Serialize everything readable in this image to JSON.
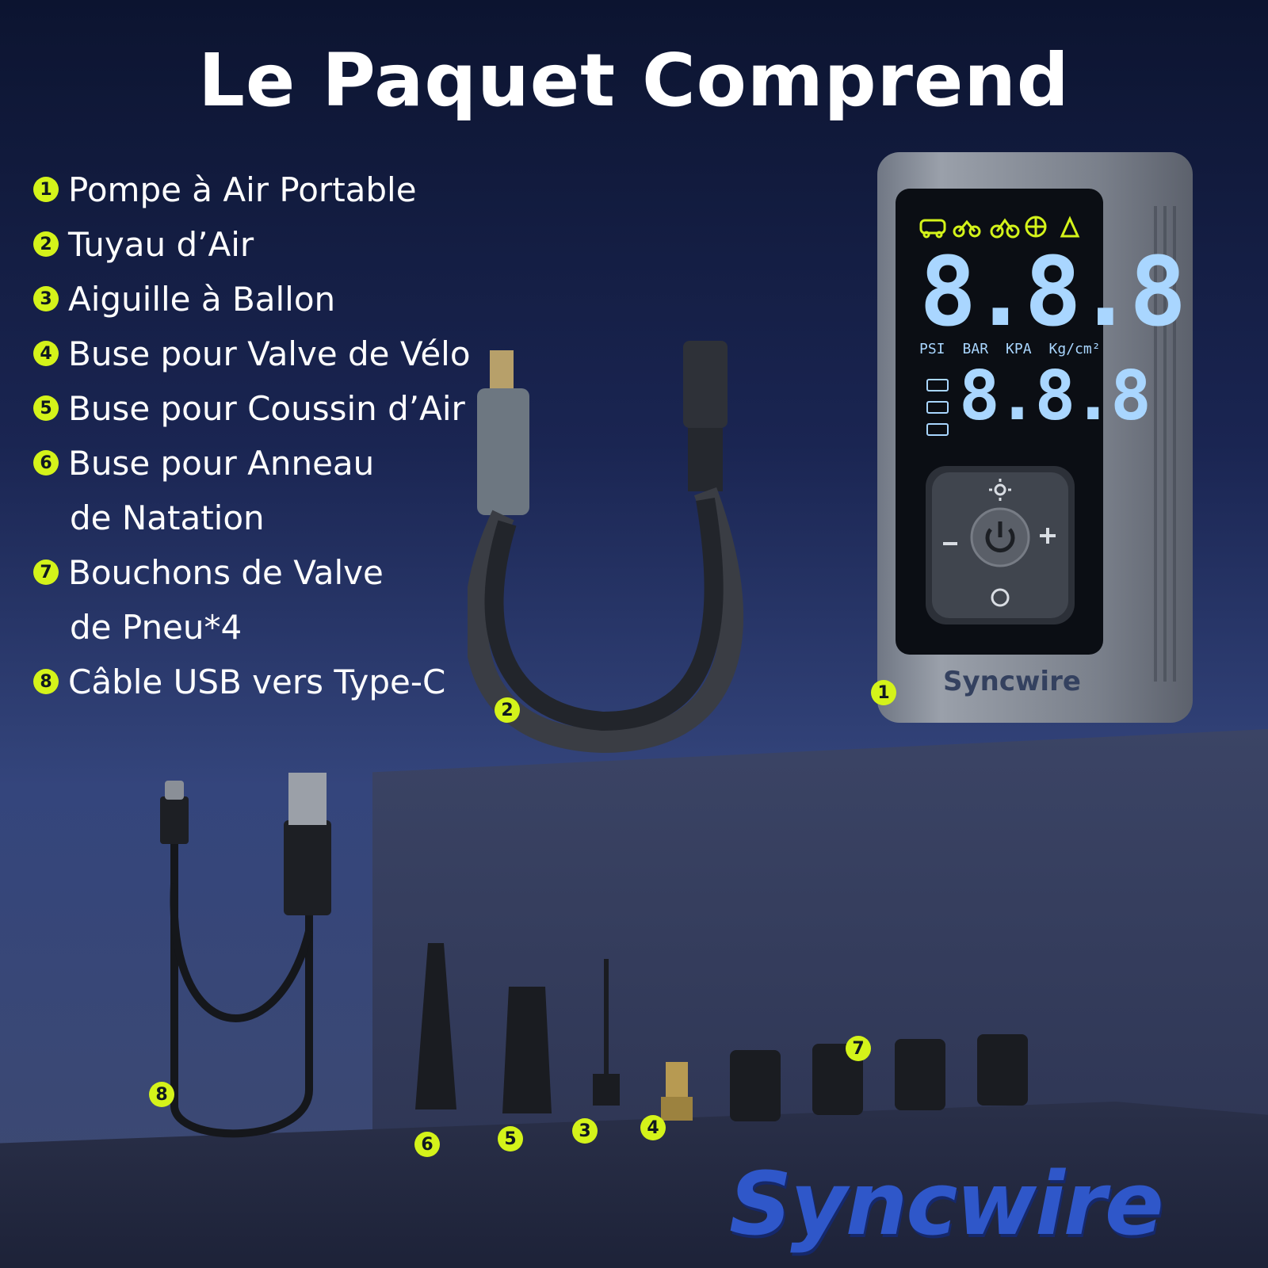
{
  "title": "Le Paquet Comprend",
  "items": [
    {
      "num": "1",
      "lines": [
        "Pompe à Air Portable"
      ]
    },
    {
      "num": "2",
      "lines": [
        "Tuyau d’Air"
      ]
    },
    {
      "num": "3",
      "lines": [
        "Aiguille à Ballon"
      ]
    },
    {
      "num": "4",
      "lines": [
        "Buse pour Valve de Vélo"
      ]
    },
    {
      "num": "5",
      "lines": [
        "Buse pour Coussin d’Air"
      ]
    },
    {
      "num": "6",
      "lines": [
        "Buse pour Anneau",
        "de Natation"
      ]
    },
    {
      "num": "7",
      "lines": [
        "Bouchons de Valve",
        "de Pneu*4"
      ]
    },
    {
      "num": "8",
      "lines": [
        "Câble USB vers Type-C"
      ]
    }
  ],
  "display": {
    "big": "8.8.8",
    "small": "8.8.8",
    "units": [
      "PSI",
      "BAR",
      "KPA",
      "Kg/cm²"
    ]
  },
  "brand": "Syncwire",
  "callouts": {
    "pump": "1",
    "hose": "2",
    "needle": "3",
    "valve": "4",
    "cushion": "5",
    "ring": "6",
    "caps": "7",
    "cable": "8"
  },
  "colors": {
    "accent": "#d4f31a",
    "brand": "#2f57c9",
    "lcd": "#a9d6ff"
  }
}
